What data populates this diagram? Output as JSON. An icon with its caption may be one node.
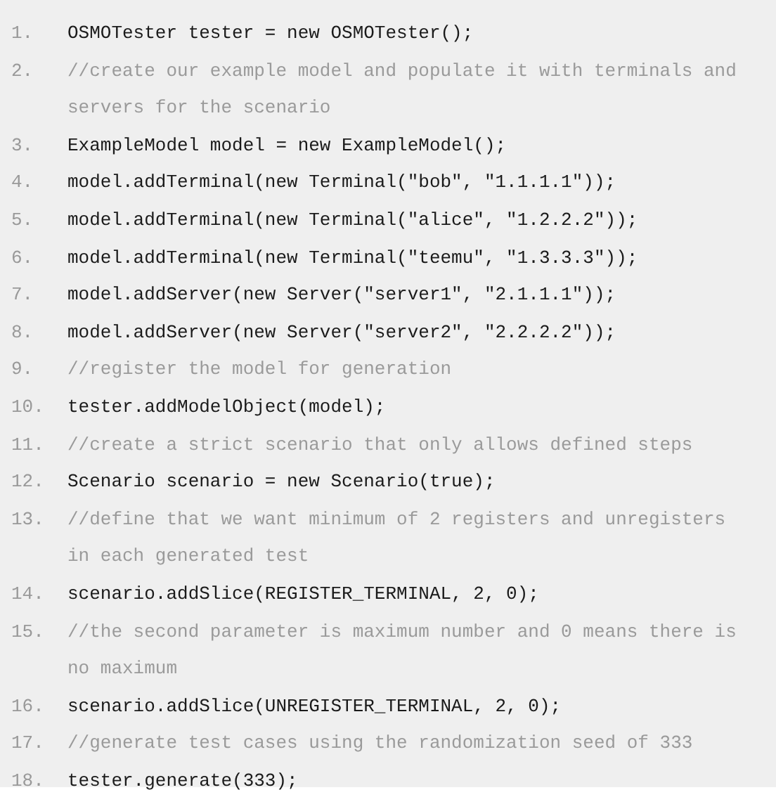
{
  "diagram": {
    "labels": [
      "1.",
      "OSMOTester tester = new OSMOTester();",
      "2.",
      "//create our example model and populate it with terminals and servers for the scenario",
      "3.",
      "ExampleModel model = new ExampleModel();",
      "4.",
      "model.addTerminal(new Terminal(\"bob\", \"1.1.1.1\"));",
      "5.",
      "model.addTerminal(new Terminal(\"alice\", \"1.2.2.2\"));",
      "6.",
      "model.addTerminal(new Terminal(\"teemu\", \"1.3.3.3\"));",
      "7.",
      "model.addServer(new Server(\"server1\", \"2.1.1.1\"));",
      "8.",
      "model.addServer(new Server(\"server2\", \"2.2.2.2\"));",
      "9.",
      "//register the model for generation",
      "10.",
      "tester.addModelObject(model);",
      "11.",
      "//create a strict scenario that only allows defined steps",
      "12.",
      "Scenario scenario = new Scenario(true);",
      "13.",
      "//define that we want minimum of 2 registers and unregisters in each generated test",
      "14.",
      "scenario.addSlice(REGISTER_TERMINAL, 2, 0);",
      "15.",
      "//the second parameter is maximum number and 0 means there is no maximum",
      "16.",
      "scenario.addSlice(UNREGISTER_TERMINAL, 2, 0);",
      "17.",
      "//generate test cases using the randomization seed of 333",
      "18.",
      "tester.generate(333);"
    ]
  }
}
